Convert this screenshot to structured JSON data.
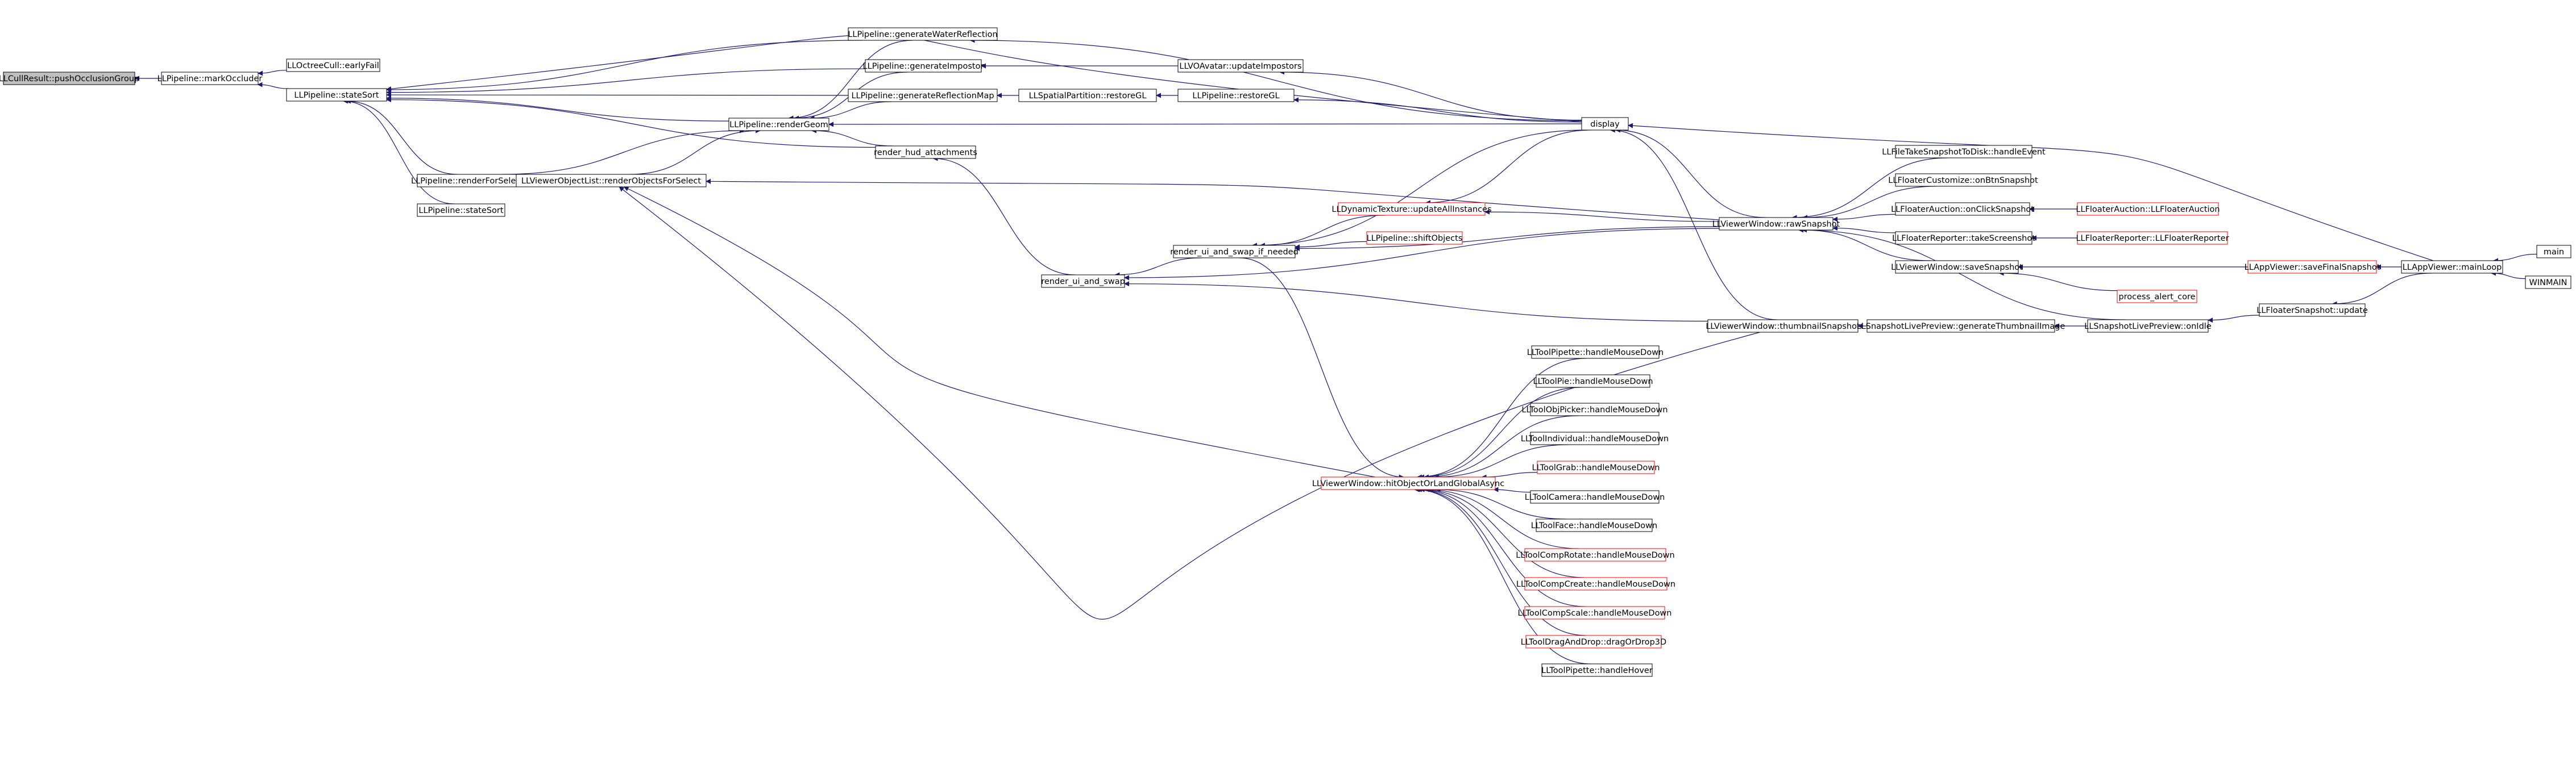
{
  "graph": {
    "colors": {
      "edge": "#191970",
      "node_border_default": "#000000",
      "node_border_truncated": "#ff0000",
      "root_fill": "#bfbfbf",
      "node_fill": "#ffffff",
      "text": "#000000"
    },
    "nodes": [
      {
        "id": "n1",
        "label": "LLCullResult::pushOcclusionGroup",
        "root": true
      },
      {
        "id": "n2",
        "label": "LLPipeline::markOccluder"
      },
      {
        "id": "n3",
        "label": "LLOctreeCull::earlyFail"
      },
      {
        "id": "n4",
        "label": "LLPipeline::stateSort"
      },
      {
        "id": "n5",
        "label": "LLPipeline::renderForSelect"
      },
      {
        "id": "n6",
        "label": "LLPipeline::stateSort"
      },
      {
        "id": "n7",
        "label": "LLPipeline::generateWaterReflection"
      },
      {
        "id": "n8",
        "label": "LLPipeline::generateImpostor"
      },
      {
        "id": "n9",
        "label": "LLPipeline::generateReflectionMap"
      },
      {
        "id": "n10",
        "label": "LLPipeline::renderGeom"
      },
      {
        "id": "n11",
        "label": "render_hud_attachments"
      },
      {
        "id": "n12",
        "label": "LLViewerObjectList::renderObjectsForSelect"
      },
      {
        "id": "n13",
        "label": "LLVOAvatar::updateImpostors"
      },
      {
        "id": "n14",
        "label": "LLSpatialPartition::restoreGL"
      },
      {
        "id": "n15",
        "label": "LLPipeline::restoreGL"
      },
      {
        "id": "n16",
        "label": "display"
      },
      {
        "id": "n17",
        "label": "LLDynamicTexture::updateAllInstances",
        "truncated": true
      },
      {
        "id": "n18",
        "label": "LLPipeline::shiftObjects",
        "truncated": true
      },
      {
        "id": "n19",
        "label": "render_ui_and_swap_if_needed"
      },
      {
        "id": "n20",
        "label": "render_ui_and_swap"
      },
      {
        "id": "n21",
        "label": "LLViewerWindow::rawSnapshot"
      },
      {
        "id": "n22",
        "label": "LLViewerWindow::thumbnailSnapshot"
      },
      {
        "id": "n23",
        "label": "LLFileTakeSnapshotToDisk::handleEvent"
      },
      {
        "id": "n24",
        "label": "LLFloaterCustomize::onBtnSnapshot"
      },
      {
        "id": "n25",
        "label": "LLFloaterAuction::onClickSnapshot"
      },
      {
        "id": "n26",
        "label": "LLFloaterReporter::takeScreenshot"
      },
      {
        "id": "n27",
        "label": "LLViewerWindow::saveSnapshot"
      },
      {
        "id": "n28",
        "label": "LLFloaterAuction::LLFloaterAuction",
        "truncated": true
      },
      {
        "id": "n29",
        "label": "LLFloaterReporter::LLFloaterReporter",
        "truncated": true
      },
      {
        "id": "n30",
        "label": "LLAppViewer::saveFinalSnapshot",
        "truncated": true
      },
      {
        "id": "n31",
        "label": "process_alert_core",
        "truncated": true
      },
      {
        "id": "n32",
        "label": "LLSnapshotLivePreview::generateThumbnailImage"
      },
      {
        "id": "n33",
        "label": "LLSnapshotLivePreview::onIdle"
      },
      {
        "id": "n34",
        "label": "LLFloaterSnapshot::update"
      },
      {
        "id": "n35",
        "label": "LLAppViewer::mainLoop"
      },
      {
        "id": "n36",
        "label": "main"
      },
      {
        "id": "n37",
        "label": "WINMAIN"
      },
      {
        "id": "n38",
        "label": "LLViewerWindow::hitObjectOrLandGlobalAsync",
        "truncated": true
      },
      {
        "id": "n39",
        "label": "LLToolPipette::handleMouseDown"
      },
      {
        "id": "n40",
        "label": "LLToolPie::handleMouseDown"
      },
      {
        "id": "n41",
        "label": "LLToolObjPicker::handleMouseDown"
      },
      {
        "id": "n42",
        "label": "LLToolIndividual::handleMouseDown"
      },
      {
        "id": "n43",
        "label": "LLToolGrab::handleMouseDown",
        "truncated": true
      },
      {
        "id": "n44",
        "label": "LLToolCamera::handleMouseDown"
      },
      {
        "id": "n45",
        "label": "LLToolFace::handleMouseDown"
      },
      {
        "id": "n46",
        "label": "LLToolCompRotate::handleMouseDown",
        "truncated": true
      },
      {
        "id": "n47",
        "label": "LLToolCompCreate::handleMouseDown",
        "truncated": true
      },
      {
        "id": "n48",
        "label": "LLToolCompScale::handleMouseDown",
        "truncated": true
      },
      {
        "id": "n49",
        "label": "LLToolDragAndDrop::dragOrDrop3D",
        "truncated": true
      },
      {
        "id": "n50",
        "label": "LLToolPipette::handleHover"
      }
    ]
  }
}
